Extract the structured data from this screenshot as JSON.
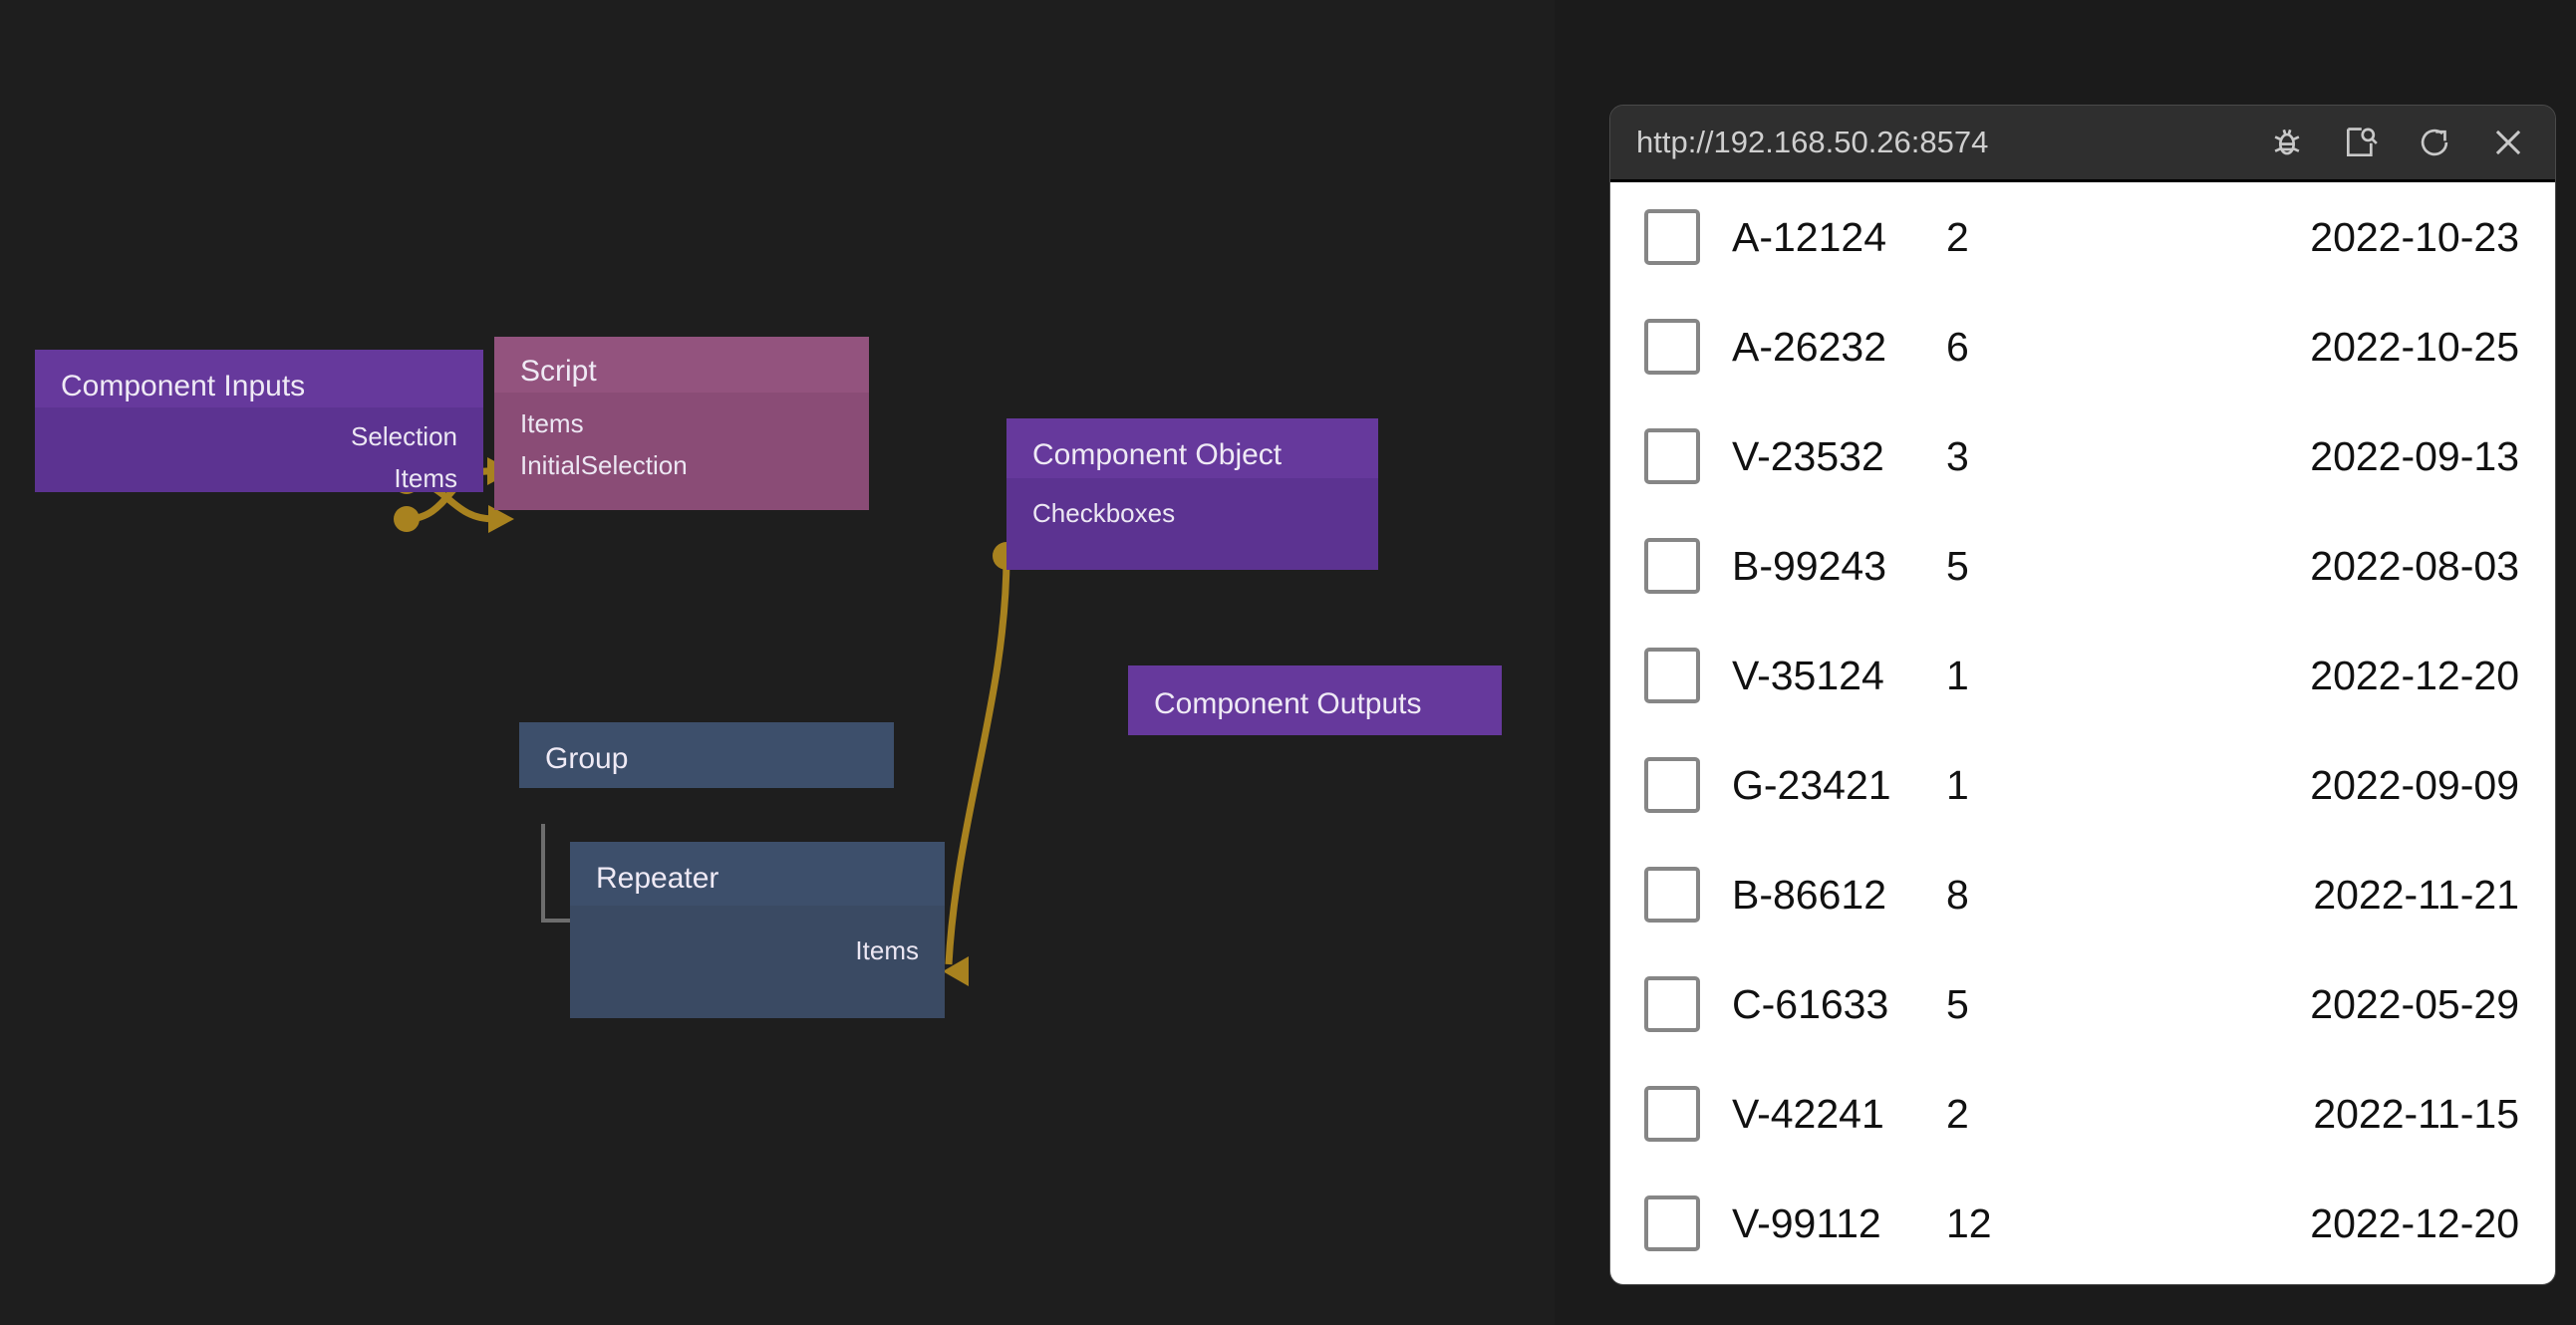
{
  "canvas": {
    "background_color": "#1e1e1e",
    "link_color": "#a8821f",
    "nodes": [
      {
        "id": "component-inputs",
        "title": "Component Inputs",
        "header_color": "#66399c",
        "body_color": "#5c3391",
        "ports": [
          "Selection",
          "Items"
        ]
      },
      {
        "id": "script",
        "title": "Script",
        "header_color": "#93537e",
        "body_color": "#8a4c76",
        "ports": [
          "Items",
          "InitialSelection"
        ]
      },
      {
        "id": "component-object",
        "title": "Component Object",
        "header_color": "#66399c",
        "body_color": "#5c3391",
        "ports": [
          "Checkboxes"
        ]
      },
      {
        "id": "component-outputs",
        "title": "Component Outputs",
        "header_color": "#66399c",
        "body_color": "#5c3391",
        "ports": []
      },
      {
        "id": "group",
        "title": "Group",
        "header_color": "#3d4f6b",
        "body_color": "#3a4a63",
        "ports": []
      },
      {
        "id": "repeater",
        "title": "Repeater",
        "header_color": "#3d4f6b",
        "body_color": "#3a4a63",
        "ports": [
          "Items"
        ]
      }
    ],
    "connections": [
      {
        "from": "Component Inputs.Selection",
        "to": "Script.InitialSelection"
      },
      {
        "from": "Component Inputs.Items",
        "to": "Script.Items"
      },
      {
        "from": "Component Object.Checkboxes",
        "to": "Repeater.Items"
      }
    ]
  },
  "panel": {
    "url": "http://192.168.50.26:8574",
    "actions": [
      {
        "name": "debug-icon",
        "label": "Debug"
      },
      {
        "name": "inspect-page-icon",
        "label": "Inspect"
      },
      {
        "name": "reload-icon",
        "label": "Reload"
      },
      {
        "name": "close-icon",
        "label": "Close"
      }
    ],
    "table": {
      "columns": [
        "select",
        "id",
        "quantity",
        "date"
      ],
      "rows": [
        {
          "checked": false,
          "id": "A-12124",
          "qty": "2",
          "date": "2022-10-23"
        },
        {
          "checked": false,
          "id": "A-26232",
          "qty": "6",
          "date": "2022-10-25"
        },
        {
          "checked": false,
          "id": "V-23532",
          "qty": "3",
          "date": "2022-09-13"
        },
        {
          "checked": false,
          "id": "B-99243",
          "qty": "5",
          "date": "2022-08-03"
        },
        {
          "checked": false,
          "id": "V-35124",
          "qty": "1",
          "date": "2022-12-20"
        },
        {
          "checked": false,
          "id": "G-23421",
          "qty": "1",
          "date": "2022-09-09"
        },
        {
          "checked": false,
          "id": "B-86612",
          "qty": "8",
          "date": "2022-11-21"
        },
        {
          "checked": false,
          "id": "C-61633",
          "qty": "5",
          "date": "2022-05-29"
        },
        {
          "checked": false,
          "id": "V-42241",
          "qty": "2",
          "date": "2022-11-15"
        },
        {
          "checked": false,
          "id": "V-99112",
          "qty": "12",
          "date": "2022-12-20"
        }
      ]
    }
  }
}
